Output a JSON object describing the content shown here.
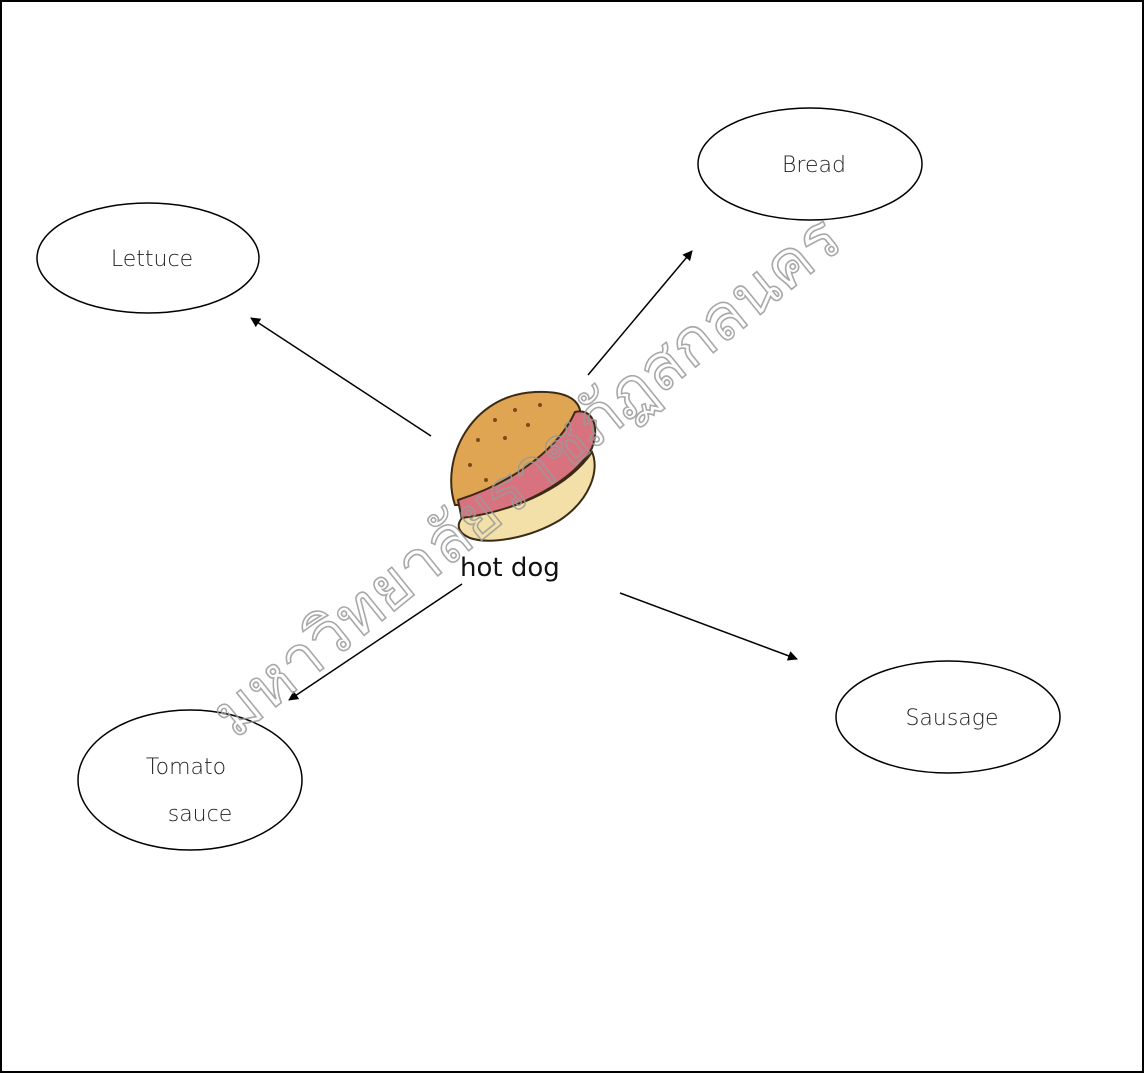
{
  "diagram": {
    "center": {
      "caption": "hot dog",
      "illustration": "hot-dog-illustration"
    },
    "nodes": {
      "bread": {
        "label": "Bread"
      },
      "lettuce": {
        "label": "Lettuce"
      },
      "sausage": {
        "label": "Sausage"
      },
      "tomato": {
        "label_line1": "Tomato",
        "label_line2": "sauce"
      }
    }
  },
  "watermark": {
    "text": "มหาวิทยาลัยราชภัฏสกลนคร"
  },
  "colors": {
    "line": "#000000",
    "bun": "#e0a552",
    "sausage": "#d9727f"
  }
}
